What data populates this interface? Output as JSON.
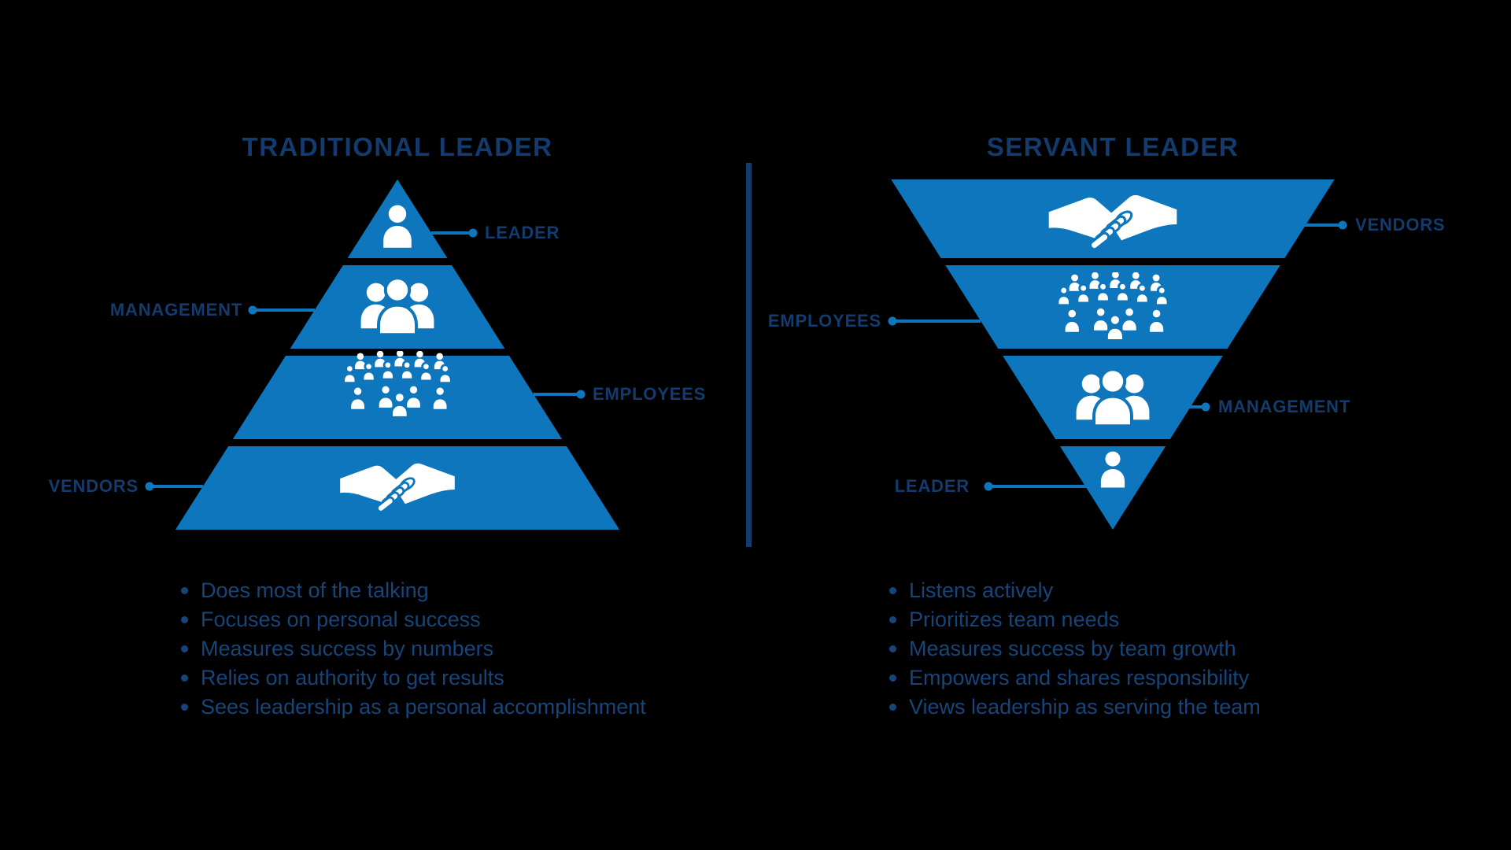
{
  "left": {
    "title": "TRADITIONAL LEADER",
    "levels": [
      {
        "label": "LEADER",
        "icon": "person-icon",
        "label_side": "right"
      },
      {
        "label": "MANAGEMENT",
        "icon": "group-icon",
        "label_side": "left"
      },
      {
        "label": "EMPLOYEES",
        "icon": "crowd-icon",
        "label_side": "right"
      },
      {
        "label": "VENDORS",
        "icon": "handshake-icon",
        "label_side": "left"
      }
    ],
    "bullets": [
      "Does most of the talking",
      "Focuses on personal success",
      "Measures success by numbers",
      "Relies on authority to get results",
      "Sees leadership as a personal accomplishment"
    ]
  },
  "right": {
    "title": "SERVANT LEADER",
    "levels": [
      {
        "label": "VENDORS",
        "icon": "handshake-icon",
        "label_side": "right"
      },
      {
        "label": "EMPLOYEES",
        "icon": "crowd-icon",
        "label_side": "left"
      },
      {
        "label": "MANAGEMENT",
        "icon": "group-icon",
        "label_side": "right"
      },
      {
        "label": "LEADER",
        "icon": "person-icon",
        "label_side": "left"
      }
    ],
    "bullets": [
      "Listens actively",
      "Prioritizes team needs",
      "Measures success by team growth",
      "Empowers and shares responsibility",
      "Views leadership as serving the team"
    ]
  },
  "colors": {
    "pyramid_blue": "#0E76BC",
    "navy_text": "#133B6D",
    "bullet_text": "#17457A",
    "icon_white": "#FFFFFF",
    "background": "#000000"
  }
}
